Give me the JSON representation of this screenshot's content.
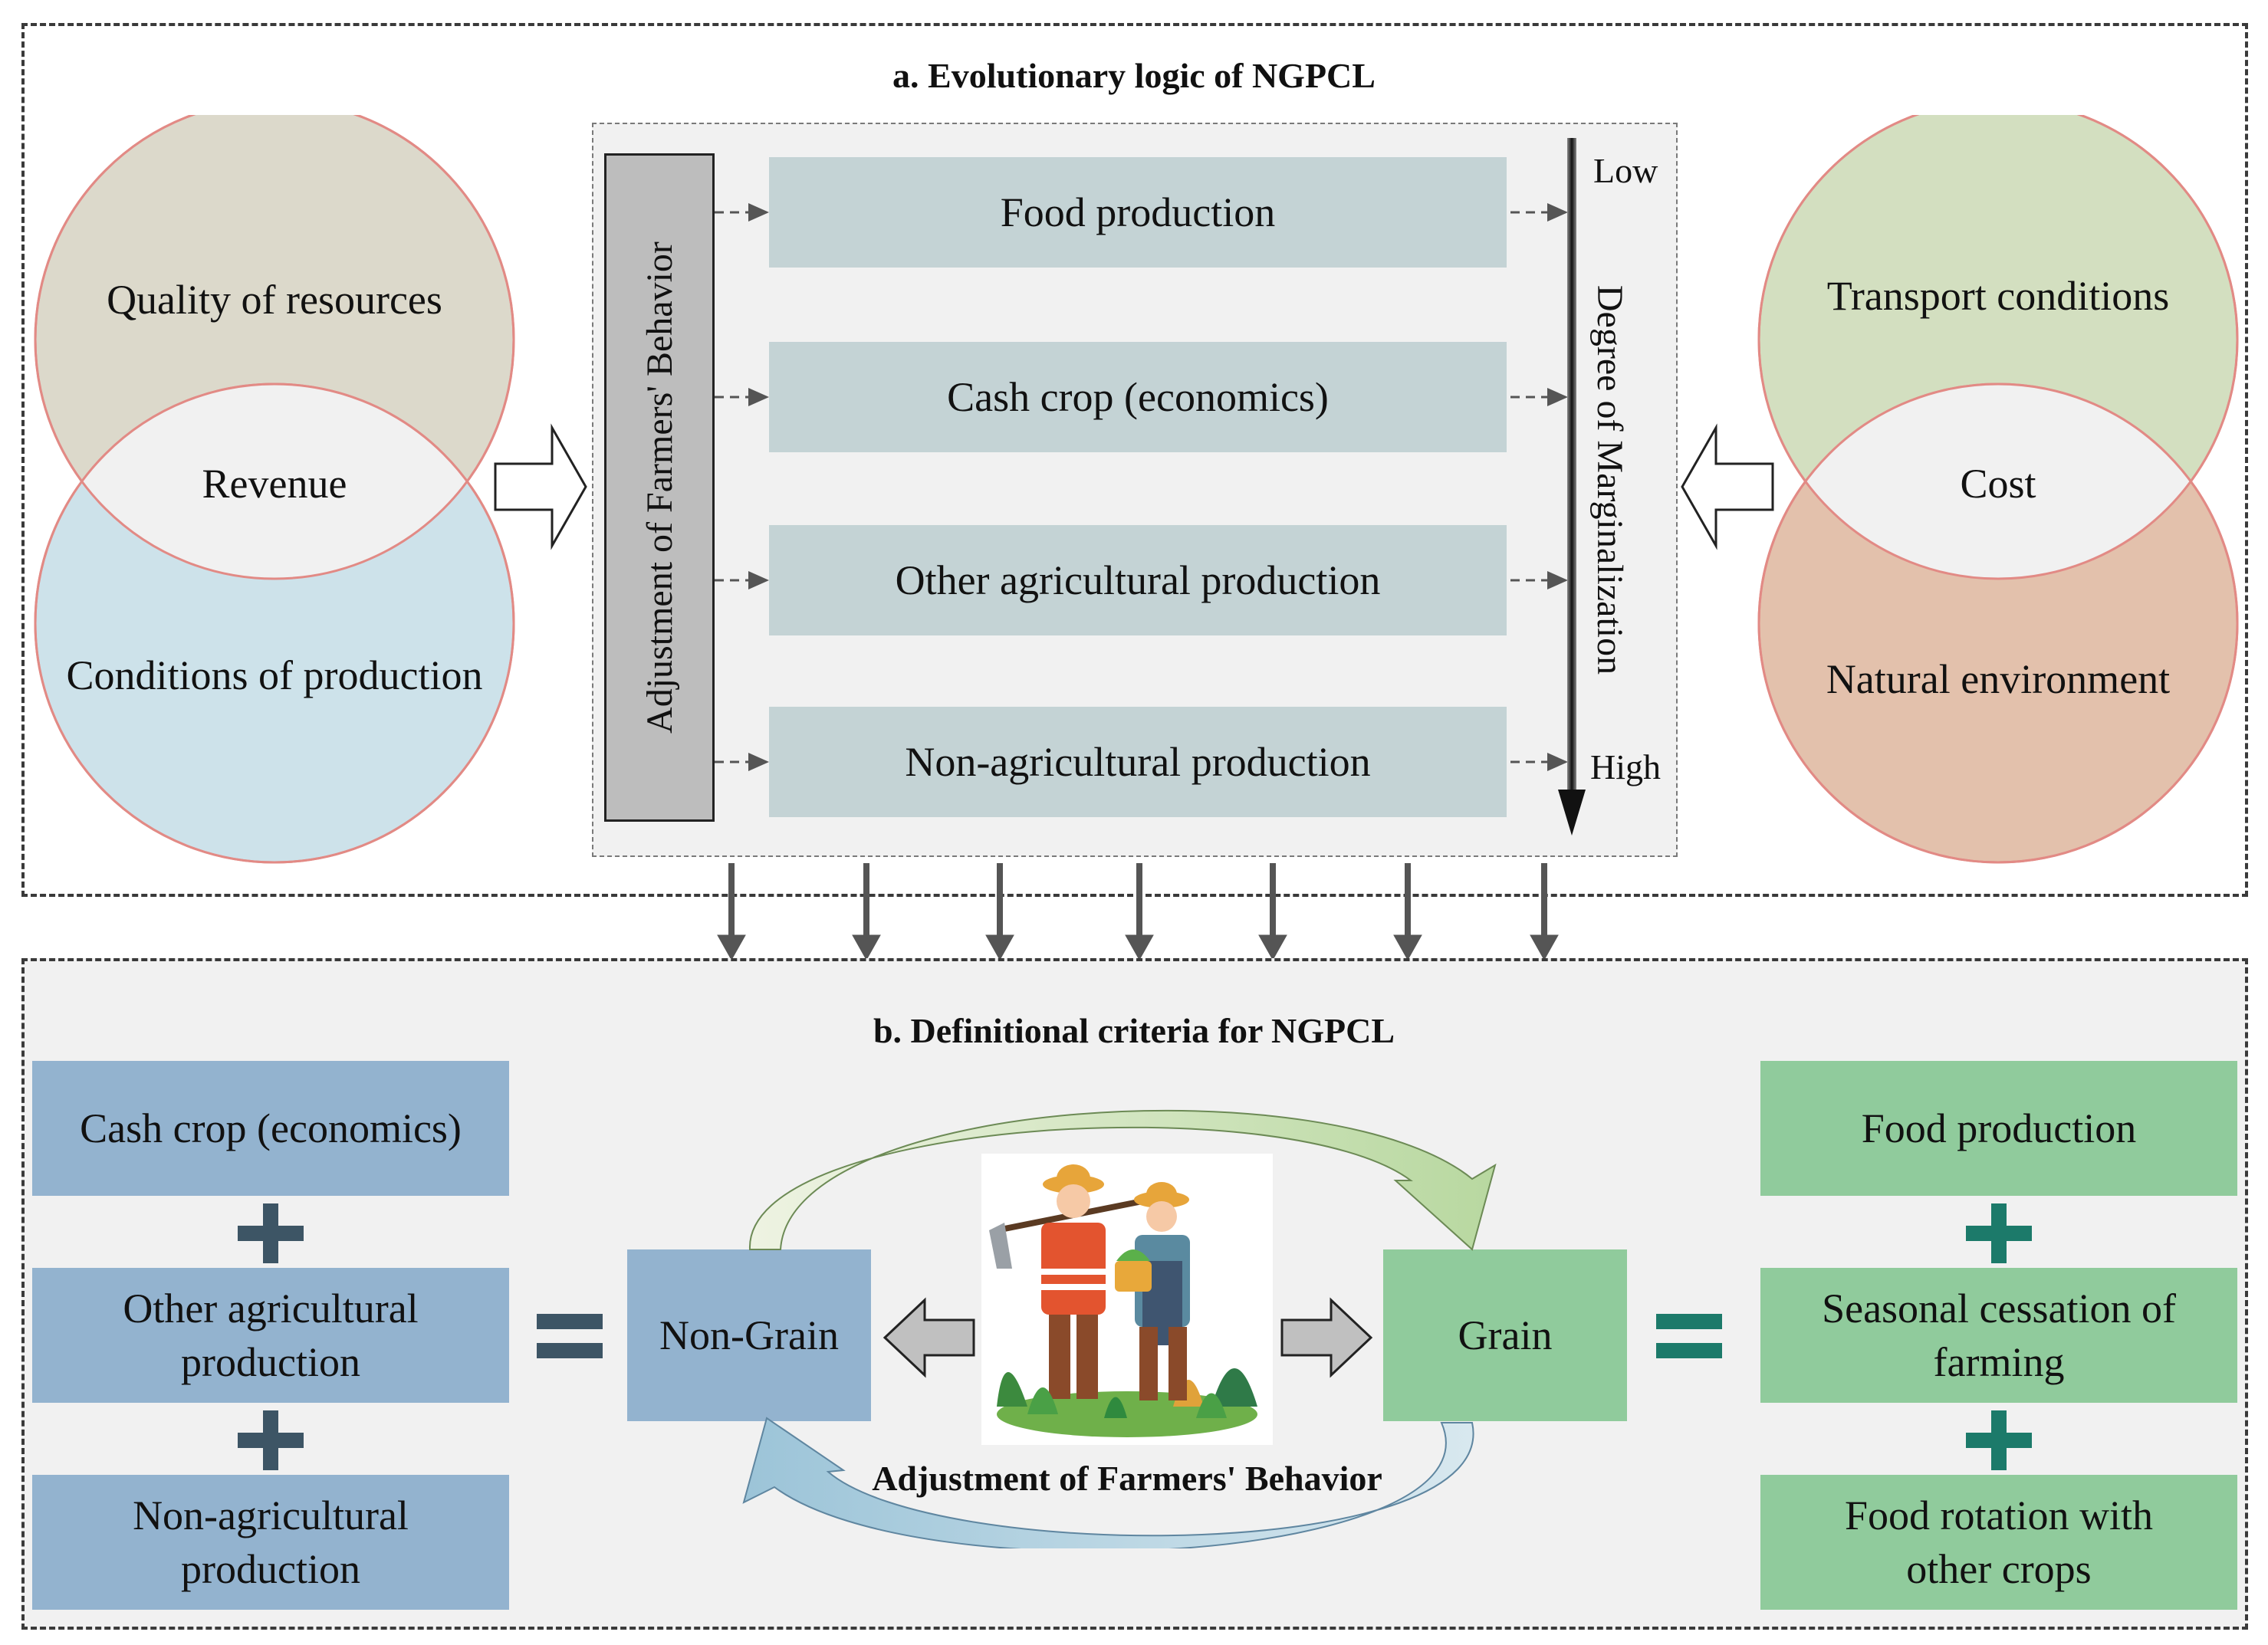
{
  "panel_a": {
    "title": "a. Evolutionary logic of NGPCL",
    "left_venn": {
      "top": "Quality of resources",
      "overlap": "Revenue",
      "bottom": "Conditions of production"
    },
    "right_venn": {
      "top": "Transport conditions",
      "overlap": "Cost",
      "bottom": "Natural environment"
    },
    "vertical_label": "Adjustment of Farmers' Behavior",
    "rows": [
      "Food production",
      "Cash crop (economics)",
      "Other agricultural production",
      "Non-agricultural production"
    ],
    "axis_label": "Degree of Marginalization",
    "axis_low": "Low",
    "axis_high": "High"
  },
  "panel_b": {
    "title": "b. Definitional criteria for NGPCL",
    "left_items": [
      "Cash crop (economics)",
      "Other agricultural production",
      "Non-agricultural production"
    ],
    "non_grain": "Non-Grain",
    "grain": "Grain",
    "center_caption": "Adjustment of Farmers' Behavior",
    "right_items": [
      "Food production",
      "Seasonal cessation of farming",
      "Food rotation with other crops"
    ]
  },
  "colors": {
    "venn_left_top": "#dcd9cb",
    "venn_left_bottom": "#cde2ea",
    "venn_right_top": "#d3dfc0",
    "venn_right_bottom": "#e3c1ac",
    "row_box": "#c4d3d5",
    "left_blue": "#93b3cf",
    "right_green": "#90cb9c",
    "plus_left": "#3d5565",
    "plus_right": "#1c7a6a"
  }
}
